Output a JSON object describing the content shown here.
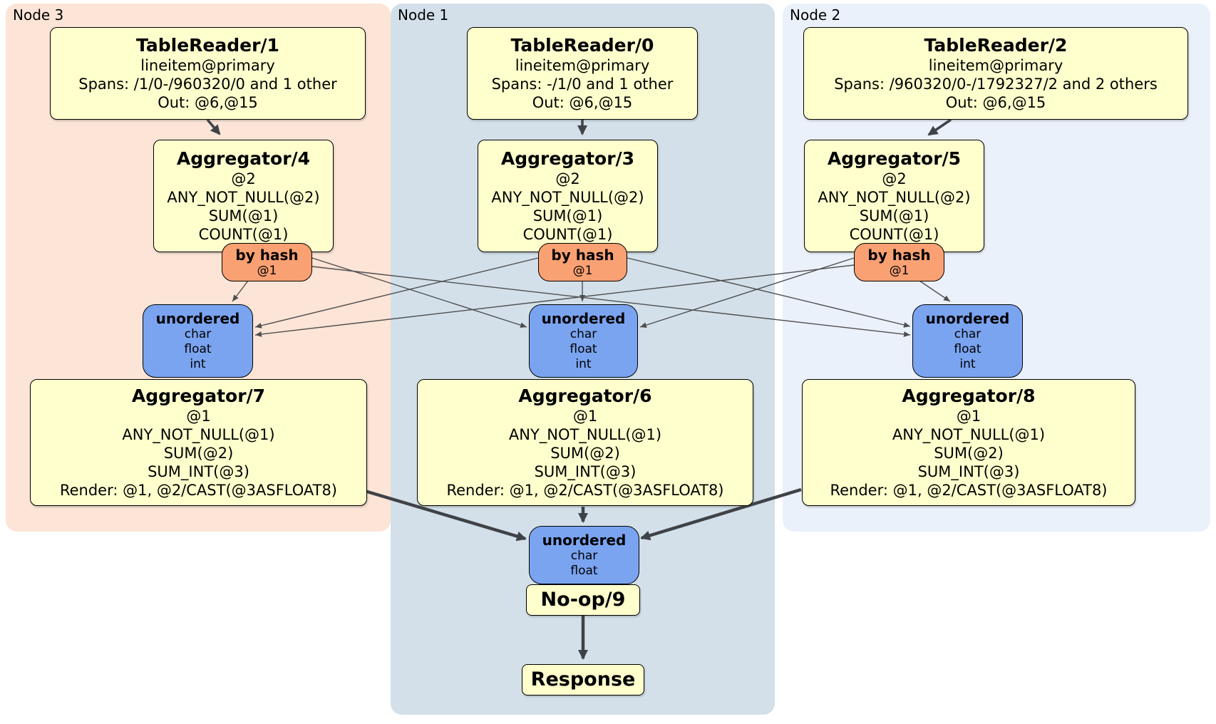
{
  "regions": {
    "node3": {
      "label": "Node 3",
      "bg": "#fce4d6"
    },
    "node1": {
      "label": "Node 1",
      "bg": "#d3e0ea"
    },
    "node2": {
      "label": "Node 2",
      "bg": "#ebf1fb"
    }
  },
  "boxes": {
    "tr1": {
      "title": "TableReader/1",
      "lines": [
        "lineitem@primary",
        "Spans: /1/0-/960320/0 and 1 other",
        "Out: @6,@15"
      ]
    },
    "tr0": {
      "title": "TableReader/0",
      "lines": [
        "lineitem@primary",
        "Spans: -/1/0 and 1 other",
        "Out: @6,@15"
      ]
    },
    "tr2": {
      "title": "TableReader/2",
      "lines": [
        "lineitem@primary",
        "Spans: /960320/0-/1792327/2 and 2 others",
        "Out: @6,@15"
      ]
    },
    "agg4": {
      "title": "Aggregator/4",
      "lines": [
        "@2",
        "ANY_NOT_NULL(@2)",
        "SUM(@1)",
        "COUNT(@1)"
      ]
    },
    "agg3": {
      "title": "Aggregator/3",
      "lines": [
        "@2",
        "ANY_NOT_NULL(@2)",
        "SUM(@1)",
        "COUNT(@1)"
      ]
    },
    "agg5": {
      "title": "Aggregator/5",
      "lines": [
        "@2",
        "ANY_NOT_NULL(@2)",
        "SUM(@1)",
        "COUNT(@1)"
      ]
    },
    "agg7": {
      "title": "Aggregator/7",
      "lines": [
        "@1",
        "ANY_NOT_NULL(@1)",
        "SUM(@2)",
        "SUM_INT(@3)",
        "Render: @1, @2/CAST(@3ASFLOAT8)"
      ]
    },
    "agg6": {
      "title": "Aggregator/6",
      "lines": [
        "@1",
        "ANY_NOT_NULL(@1)",
        "SUM(@2)",
        "SUM_INT(@3)",
        "Render: @1, @2/CAST(@3ASFLOAT8)"
      ]
    },
    "agg8": {
      "title": "Aggregator/8",
      "lines": [
        "@1",
        "ANY_NOT_NULL(@1)",
        "SUM(@2)",
        "SUM_INT(@3)",
        "Render: @1, @2/CAST(@3ASFLOAT8)"
      ]
    },
    "noop": {
      "title": "No-op/9"
    },
    "response": {
      "title": "Response"
    }
  },
  "routers": {
    "r3": {
      "title": "by hash",
      "detail": "@1"
    },
    "r1": {
      "title": "by hash",
      "detail": "@1"
    },
    "r2": {
      "title": "by hash",
      "detail": "@1"
    }
  },
  "syncs": {
    "s3": {
      "title": "unordered",
      "lines": [
        "char",
        "float",
        "int"
      ]
    },
    "s1": {
      "title": "unordered",
      "lines": [
        "char",
        "float",
        "int"
      ]
    },
    "s2": {
      "title": "unordered",
      "lines": [
        "char",
        "float",
        "int"
      ]
    },
    "final": {
      "title": "unordered",
      "lines": [
        "char",
        "float"
      ]
    }
  },
  "edges": [
    "tr1->agg4",
    "tr0->agg3",
    "tr2->agg5",
    "router3->sync3",
    "router3->sync1",
    "router3->sync2",
    "router1->sync3",
    "router1->sync1",
    "router1->sync2",
    "router2->sync3",
    "router2->sync1",
    "router2->sync2",
    "agg7->final-sync",
    "agg6->final-sync",
    "agg8->final-sync",
    "noop->response"
  ],
  "colors": {
    "region_node3": "#fce4d6",
    "region_node1": "#d3e0ea",
    "region_node2": "#ebf1fb",
    "processor_fill": "#ffffcd",
    "router_fill": "#f9a173",
    "sync_fill": "#7aa4f0",
    "edge_thin": "#4f4f4f",
    "edge_thick": "#3f4347",
    "border": "#000000"
  }
}
